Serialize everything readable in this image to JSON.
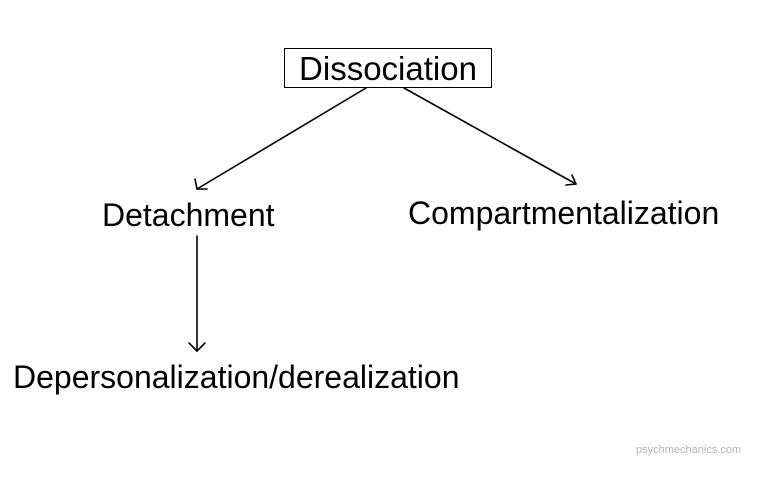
{
  "diagram": {
    "root": {
      "label": "Dissociation"
    },
    "children": [
      {
        "label": "Detachment",
        "children": [
          {
            "label": "Depersonalization/derealization"
          }
        ]
      },
      {
        "label": "Compartmentalization"
      }
    ]
  },
  "watermark": "psychmechanics.com",
  "colors": {
    "text": "#000000",
    "lines": "#000000",
    "background": "#ffffff",
    "watermark": "#b5b5b5"
  }
}
